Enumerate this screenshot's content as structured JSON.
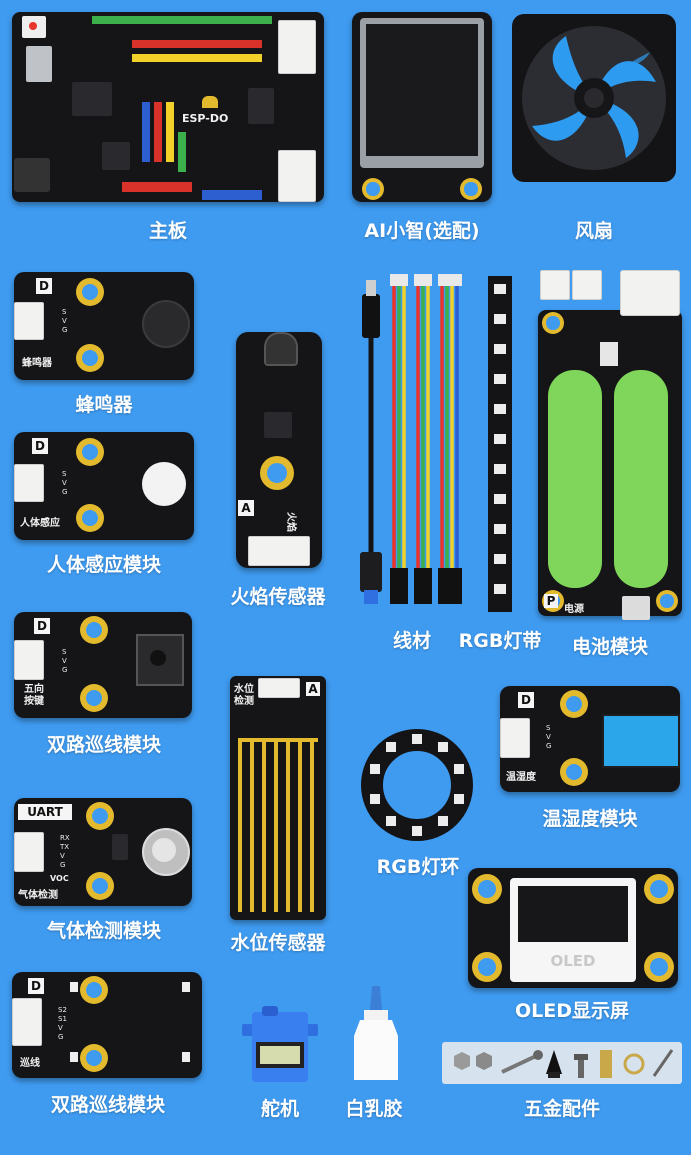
{
  "colors": {
    "background": "#3f9bf0",
    "pcb": "#151517",
    "gold_pad": "#e3ba2d",
    "label_text": "#ffffff"
  },
  "items": {
    "mainboard": {
      "label": "主板",
      "silk_name": "ESP-DO"
    },
    "ai_screen": {
      "label": "AI小智(选配)"
    },
    "fan": {
      "label": "风扇"
    },
    "buzzer": {
      "label": "蜂鸣器",
      "silk": "蜂鸣器",
      "tag": "D"
    },
    "pir": {
      "label": "人体感应模块",
      "silk": "人体感应",
      "tag": "D"
    },
    "flame": {
      "label": "火焰传感器",
      "silk": "火焰",
      "tag": "A"
    },
    "wires": {
      "label": "线材"
    },
    "rgb_strip": {
      "label": "RGB灯带"
    },
    "battery": {
      "label": "电池模块",
      "silk": "电源",
      "tag": "P"
    },
    "button": {
      "label": "双路巡线模块",
      "silk": "五向\n按键",
      "tag": "D"
    },
    "water": {
      "label": "水位传感器",
      "silk": "水位\n检测",
      "tag": "A"
    },
    "dht": {
      "label": "温湿度模块",
      "silk": "温湿度",
      "tag": "D"
    },
    "rgb_ring": {
      "label": "RGB灯环"
    },
    "gas": {
      "label": "气体检测模块",
      "silk": "气体检测",
      "tag": "UART",
      "silk_pins": "VOC"
    },
    "oled": {
      "label": "OLED显示屏",
      "screen_text": "OLED"
    },
    "line_tracker": {
      "label": "双路巡线模块",
      "silk": "巡线",
      "tag": "D"
    },
    "servo": {
      "label": "舵机"
    },
    "glue": {
      "label": "白乳胶"
    },
    "hardware": {
      "label": "五金配件"
    }
  }
}
